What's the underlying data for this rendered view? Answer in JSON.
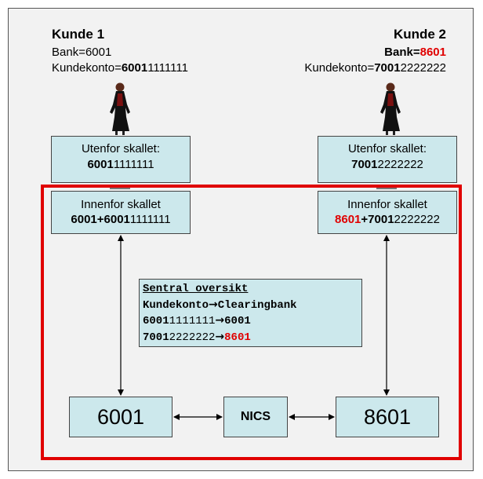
{
  "customer1": {
    "title": "Kunde 1",
    "bank_line": "Bank=6001",
    "account_prefix": "Kundekonto=",
    "account_bold": "6001",
    "account_rest": "1111111"
  },
  "customer2": {
    "title": "Kunde 2",
    "bank_label": "Bank=",
    "bank_value": "8601",
    "account_prefix": "Kundekonto=",
    "account_bold": "7001",
    "account_rest": "2222222"
  },
  "outside1": {
    "label": "Utenfor skallet:",
    "bold": "6001",
    "rest": "1111111"
  },
  "outside2": {
    "label": "Utenfor skallet:",
    "bold": "7001",
    "rest": "2222222"
  },
  "inside1": {
    "label": "Innenfor skallet",
    "bold": "6001+6001",
    "rest": "1111111"
  },
  "inside2": {
    "label": "Innenfor skallet",
    "red": "8601",
    "bold": "+7001",
    "rest": "2222222"
  },
  "central": {
    "title": "Sentral oversikt",
    "header_left": "Kundekonto",
    "header_right": "Clearingbank",
    "row1_bold": "6001",
    "row1_rest": "1111111",
    "row1_bank": "6001",
    "row2_bold": "7001",
    "row2_rest": "2222222",
    "row2_bank": "8601"
  },
  "bank_left": "6001",
  "nics": "NICS",
  "bank_right": "8601",
  "colors": {
    "box_fill": "#cce8ec",
    "highlight_red": "#e00000",
    "shell_border": "#e00000",
    "background": "#f2f2f2"
  },
  "icons": [
    "woman-figure-icon",
    "arrow-right-icon"
  ]
}
